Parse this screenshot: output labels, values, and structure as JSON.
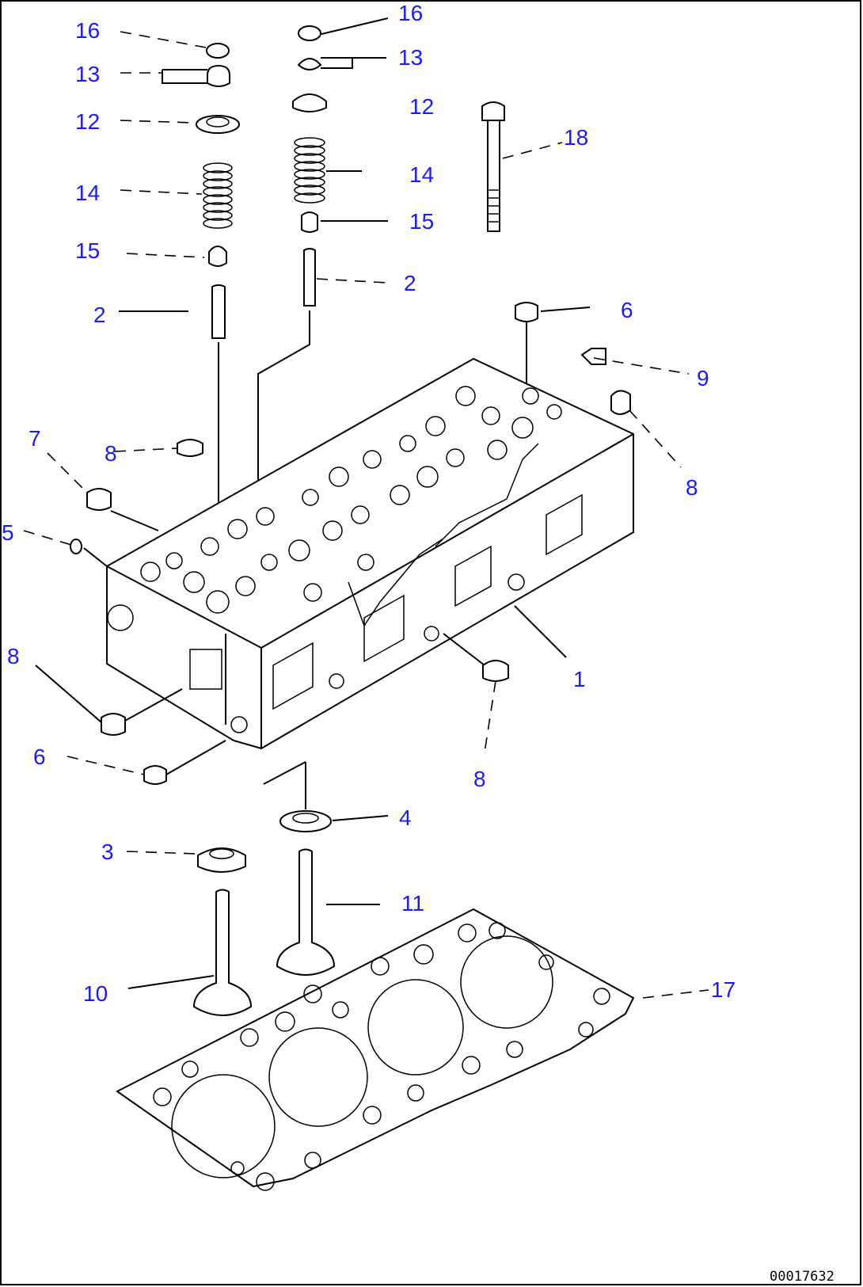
{
  "diagram": {
    "drawing_code": "00017632",
    "callouts": {
      "c16a": "16",
      "c13a": "13",
      "c12a": "12",
      "c14a": "14",
      "c15a": "15",
      "c2a": "2",
      "c16b": "16",
      "c13b": "13",
      "c12b": "12",
      "c14b": "14",
      "c15b": "15",
      "c2b": "2",
      "c18": "18",
      "c6a": "6",
      "c9": "9",
      "c7": "7",
      "c8a": "8",
      "c8b": "8",
      "c5": "5",
      "c8c": "8",
      "c1": "1",
      "c6b": "6",
      "c8d": "8",
      "c4": "4",
      "c3": "3",
      "c11": "11",
      "c10": "10",
      "c17": "17"
    }
  }
}
